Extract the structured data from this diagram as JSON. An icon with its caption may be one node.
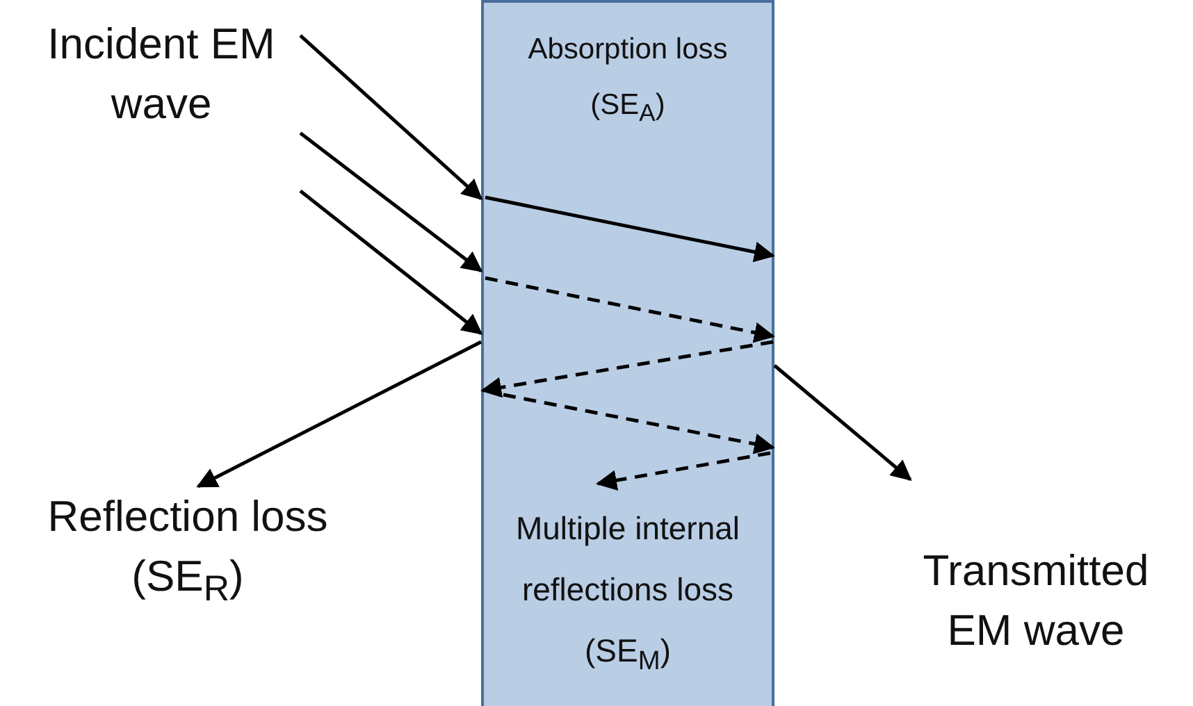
{
  "diagram": {
    "nodes": [
      {
        "text": [
          "Incident EM wave"
        ]
      },
      {
        "text": [
          "Absorption loss (SE$_{A}$)",
          "Multiple internal reflections loss (SE$_{M}$)"
        ]
      },
      {
        "text": [
          "Reflection loss (SE$_{R}$)"
        ]
      },
      {
        "text": [
          "Transmitted EM wave"
        ]
      }
    ],
    "edges": [
      {
        "from": 0,
        "to": 1,
        "arrow": "to"
      },
      {
        "from": 0,
        "to": 1,
        "arrow": "to"
      },
      {
        "from": 0,
        "to": 1,
        "arrow": "to"
      },
      {
        "from": 1,
        "to": 2,
        "arrow": "to"
      },
      {
        "from": 1,
        "to": 3,
        "arrow": "to"
      }
    ]
  }
}
